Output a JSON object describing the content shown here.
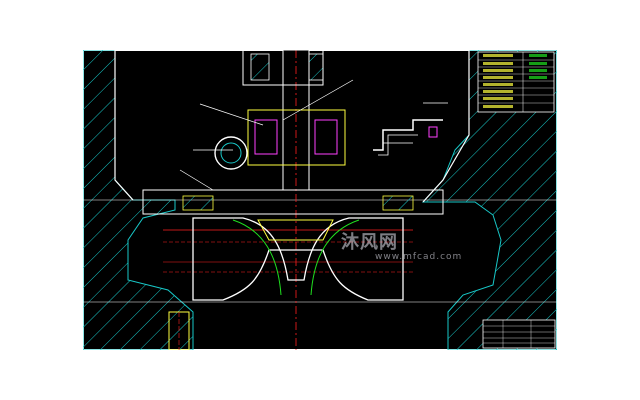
{
  "drawing": {
    "background": "#000000",
    "line_colors": {
      "hatch": "#18c8c8",
      "outline": "#ffffff",
      "center": "#ff2020",
      "parts": "#ffff40",
      "green": "#20e020",
      "magenta": "#ff40ff",
      "blue": "#4060ff"
    },
    "legend_rows": 8,
    "title_block_rows": 5
  },
  "watermark": {
    "logo_text": "沐风网",
    "url": "www.mfcad.com"
  }
}
